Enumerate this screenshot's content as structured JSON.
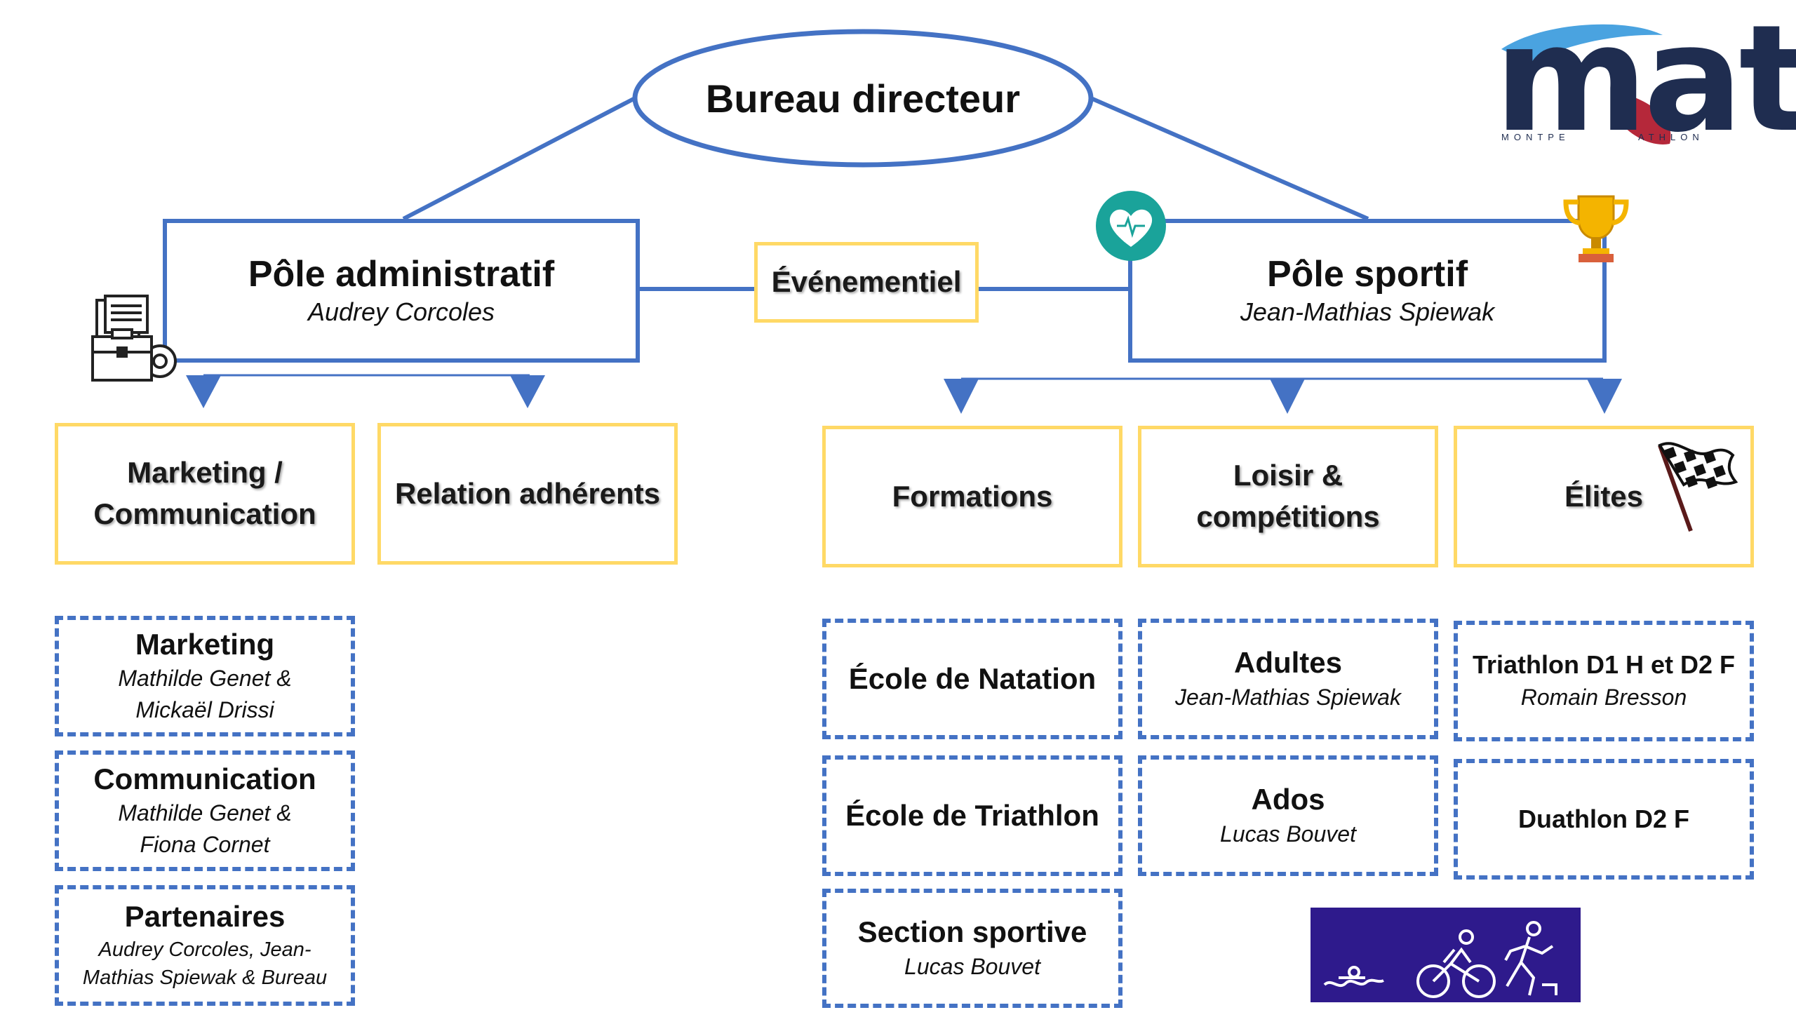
{
  "bureau": {
    "title": "Bureau directeur"
  },
  "pole_admin": {
    "title": "Pôle administratif",
    "person": "Audrey Corcoles"
  },
  "evenementiel": {
    "label": "Événementiel"
  },
  "pole_sportif": {
    "title": "Pôle sportif",
    "person": "Jean-Mathias Spiewak"
  },
  "admin_branches": [
    {
      "line1": "Marketing /",
      "line2": "Communication"
    },
    {
      "label": "Relation adhérents"
    }
  ],
  "sport_branches": [
    {
      "label": "Formations"
    },
    {
      "line1": "Loisir &",
      "line2": "compétitions"
    },
    {
      "label": "Élites"
    }
  ],
  "marketing_teams": [
    {
      "title": "Marketing",
      "person1": "Mathilde Genet &",
      "person2": "Mickaël Drissi"
    },
    {
      "title": "Communication",
      "person1": "Mathilde Genet &",
      "person2": "Fiona Cornet"
    },
    {
      "title": "Partenaires",
      "person1": "Audrey Corcoles, Jean-",
      "person2": "Mathias Spiewak & Bureau"
    }
  ],
  "formations_teams": [
    {
      "title": "École de Natation"
    },
    {
      "title": "École de Triathlon"
    },
    {
      "title": "Section sportive",
      "person": "Lucas Bouvet"
    }
  ],
  "loisir_teams": [
    {
      "title": "Adultes",
      "person": "Jean-Mathias Spiewak"
    },
    {
      "title": "Ados",
      "person": "Lucas Bouvet"
    }
  ],
  "elites_teams": [
    {
      "title": "Triathlon D1 H et D2 F",
      "person": "Romain Bresson"
    },
    {
      "title": "Duathlon D2 F"
    }
  ],
  "logo": {
    "text": "mat",
    "tagline_left": "MONTPE",
    "tagline_right": "ATHLON"
  },
  "icons": [
    "admin-briefcase-icon",
    "heart-monitor-icon",
    "trophy-icon",
    "checkered-flag-icon",
    "triathlon-pictogram-icon"
  ],
  "colors": {
    "blue": "#4472c4",
    "yellow": "#ffd966",
    "teal": "#1aa39a",
    "navy": "#1f2d50",
    "purple": "#2e1a8c"
  }
}
